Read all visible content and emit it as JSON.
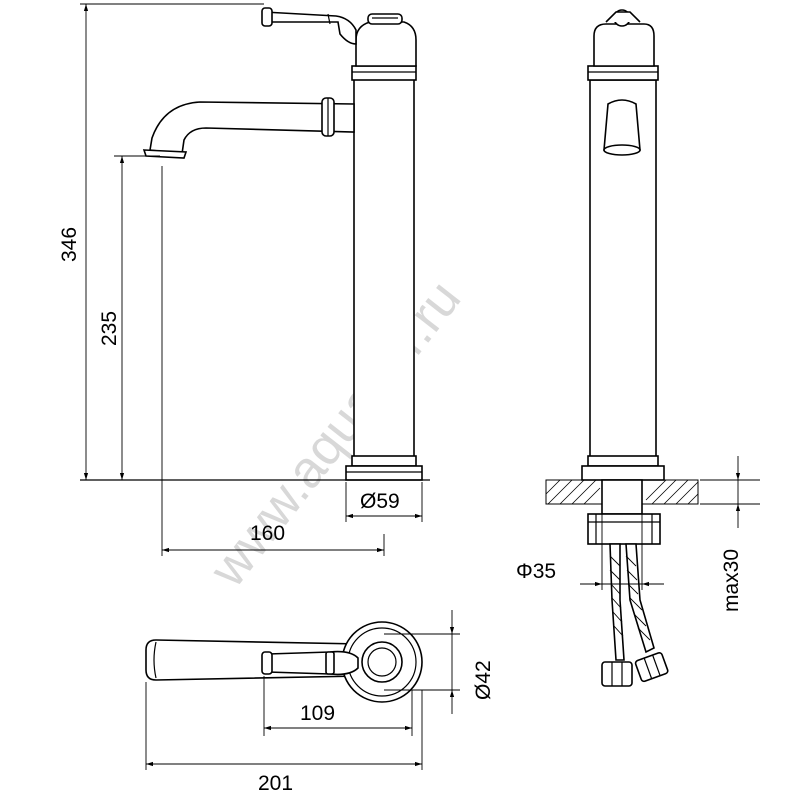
{
  "watermark": "www.aquamir.ru",
  "dimensions": {
    "total_height": "346",
    "spout_height": "235",
    "spout_reach": "160",
    "base_diameter": "Ø59",
    "hole_diameter": "Φ35",
    "max_counter": "max30",
    "top_diameter": "Ø42",
    "handle_length": "109",
    "total_length": "201"
  }
}
